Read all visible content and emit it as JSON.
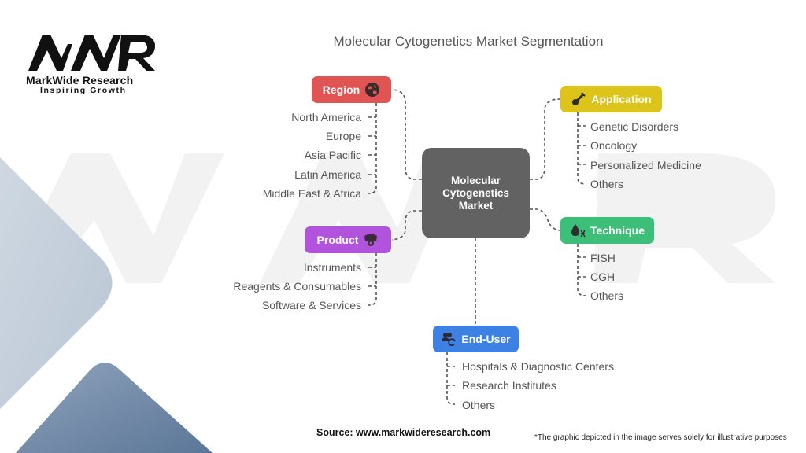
{
  "brand": {
    "logo_letters": "MWR",
    "name": "MarkWide Research",
    "tagline": "Inspiring Growth"
  },
  "title": "Molecular Cytogenetics Market Segmentation",
  "center": {
    "label": "Molecular Cytogenetics Market"
  },
  "segments": {
    "region": {
      "label": "Region",
      "icon": "globe-icon",
      "color": "#e05454",
      "items": [
        "North America",
        "Europe",
        "Asia Pacific",
        "Latin America",
        "Middle East & Africa"
      ]
    },
    "application": {
      "label": "Application",
      "icon": "syringe-icon",
      "color": "#dcc41a",
      "items": [
        "Genetic Disorders",
        "Oncology",
        "Personalized Medicine",
        "Others"
      ]
    },
    "product": {
      "label": "Product",
      "icon": "lab-kit-icon",
      "color": "#b153dc",
      "items": [
        "Instruments",
        "Reagents & Consumables",
        "Software & Services"
      ]
    },
    "technique": {
      "label": "Technique",
      "icon": "dna-drop-icon",
      "color": "#3dbf79",
      "items": [
        "FISH",
        "CGH",
        "Others"
      ]
    },
    "end_user": {
      "label": "End-User",
      "icon": "users-cycle-icon",
      "color": "#3d82e3",
      "items": [
        "Hospitals & Diagnostic Centers",
        "Research Institutes",
        "Others"
      ]
    }
  },
  "footer": {
    "source": "Source: www.markwideresearch.com",
    "note": "*The graphic depicted in the image serves solely for illustrative purposes"
  }
}
